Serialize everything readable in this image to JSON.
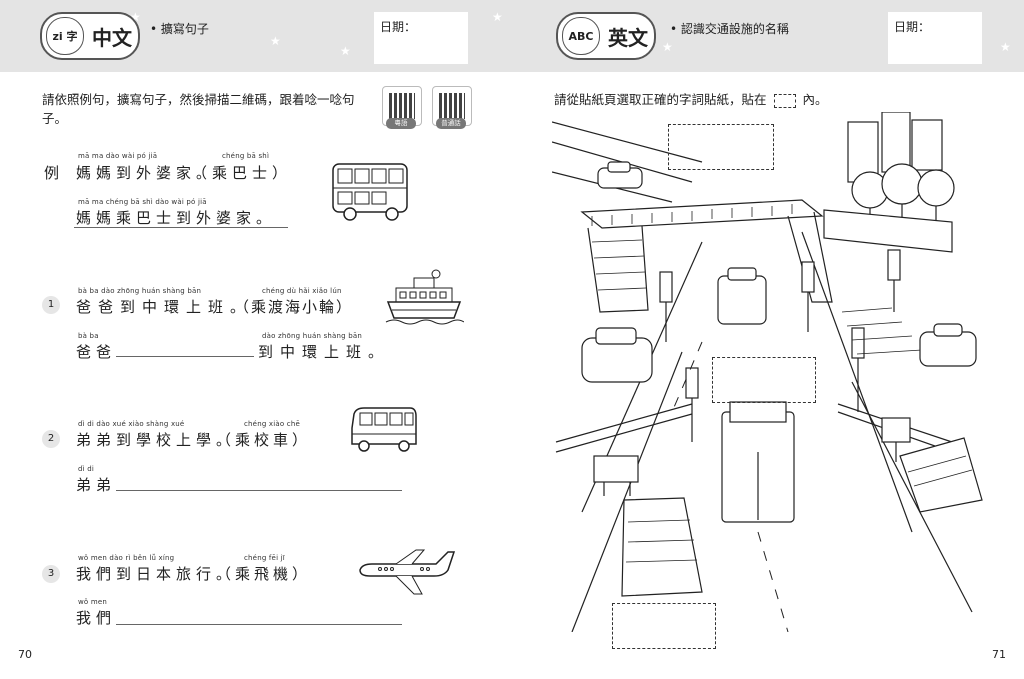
{
  "left_page": {
    "subject_badge_icon_text": "zi 字",
    "subject": "中文",
    "topic": "擴寫句子",
    "date_label": "日期：",
    "instruction_line1": "請依照例句，擴寫句子，然後掃描二維碼，跟着唸一唸句",
    "instruction_line2": "子。",
    "qr_labels": [
      "粵語",
      "普通話"
    ],
    "example": {
      "marker": "例",
      "pinyin1a": "mā ma dào wài pó jiā",
      "sentence1a": "媽媽到外婆家。",
      "pinyin1b": "chéng bā shì",
      "sentence1b": "（乘巴士）",
      "pinyin2": "mā ma chéng bā shì dào wài pó jiā",
      "sentence2": "媽媽乘巴士到外婆家。"
    },
    "items": [
      {
        "number": "1",
        "pinyin_a": "bà ba dào zhōng huán shàng bān",
        "sentence_a": "爸爸到中環上班。",
        "pinyin_b": "chéng dù hǎi xiǎo lún",
        "sentence_b": "（乘渡海小輪）",
        "pinyin_start": "bà ba",
        "answer_start": "爸爸",
        "pinyin_end": "dào zhōng huán shàng bān",
        "answer_end": "到中環上班。"
      },
      {
        "number": "2",
        "pinyin_a": "dì di dào xué xiào shàng xué",
        "sentence_a": "弟弟到學校上學。",
        "pinyin_b": "chéng xiào chē",
        "sentence_b": "（乘校車）",
        "pinyin_start": "dì di",
        "answer_start": "弟弟"
      },
      {
        "number": "3",
        "pinyin_a": "wǒ men dào rì běn lǚ xíng",
        "sentence_a": "我們到日本旅行。",
        "pinyin_b": "chéng fēi jī",
        "sentence_b": "（乘飛機）",
        "pinyin_start": "wǒ men",
        "answer_start": "我們"
      }
    ],
    "page_number": "70"
  },
  "right_page": {
    "subject_badge_icon_text": "ABC",
    "subject": "英文",
    "topic": "認識交通設施的名稱",
    "date_label": "日期：",
    "instruction_before": "請從貼紙頁選取正確的字詞貼紙，貼在",
    "instruction_after": "內。",
    "page_number": "71"
  },
  "colors": {
    "header_bg": "#e4e4e4",
    "number_bg": "#e6e6e6",
    "ink": "#222222"
  }
}
